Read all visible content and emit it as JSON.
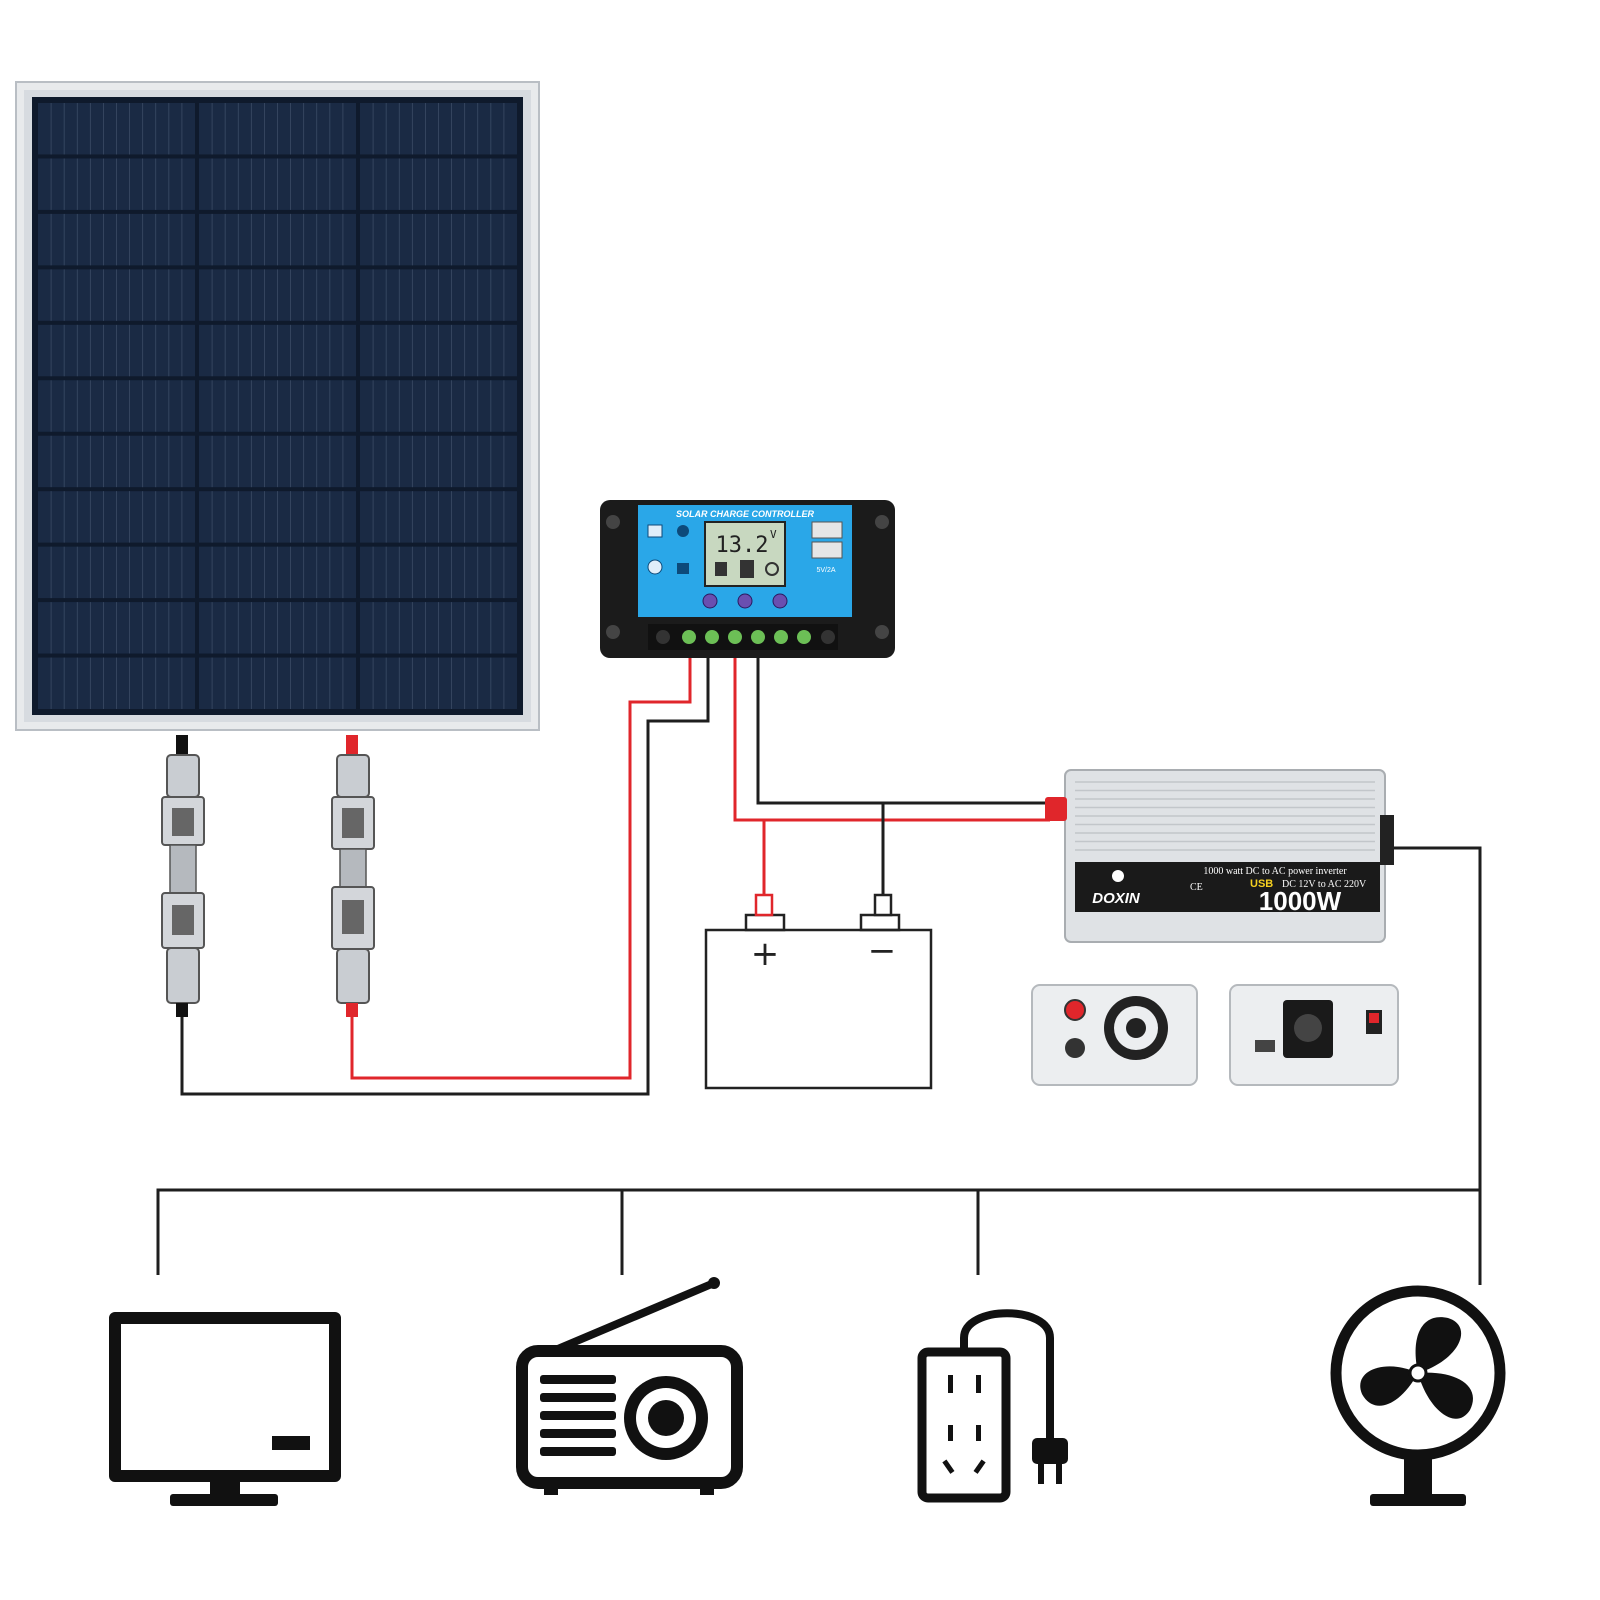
{
  "solar_panel": {
    "label": "solar panel",
    "cell_rows": 11,
    "cell_columns": 3
  },
  "charge_controller": {
    "title": "SOLAR CHARGE CONTROLLER",
    "display_value": "13.2",
    "display_unit": "V",
    "usb_label": "5V/2A"
  },
  "battery": {
    "plus_sign": "+",
    "minus_sign": "−"
  },
  "inverter": {
    "tagline": "1000 watt DC to AC power inverter",
    "brand": "DOXIN",
    "ce_mark": "CE",
    "usb_text": "USB",
    "conversion": "DC 12V to AC 220V",
    "wattage": "1000W"
  },
  "loads": [
    "computer monitor",
    "radio",
    "power socket",
    "electric fan"
  ],
  "colors": {
    "positive_wire": "#e0262b",
    "negative_wire": "#1e1e1e",
    "controller_face": "#2aa7e8",
    "panel_cell": "#1a2a44"
  }
}
